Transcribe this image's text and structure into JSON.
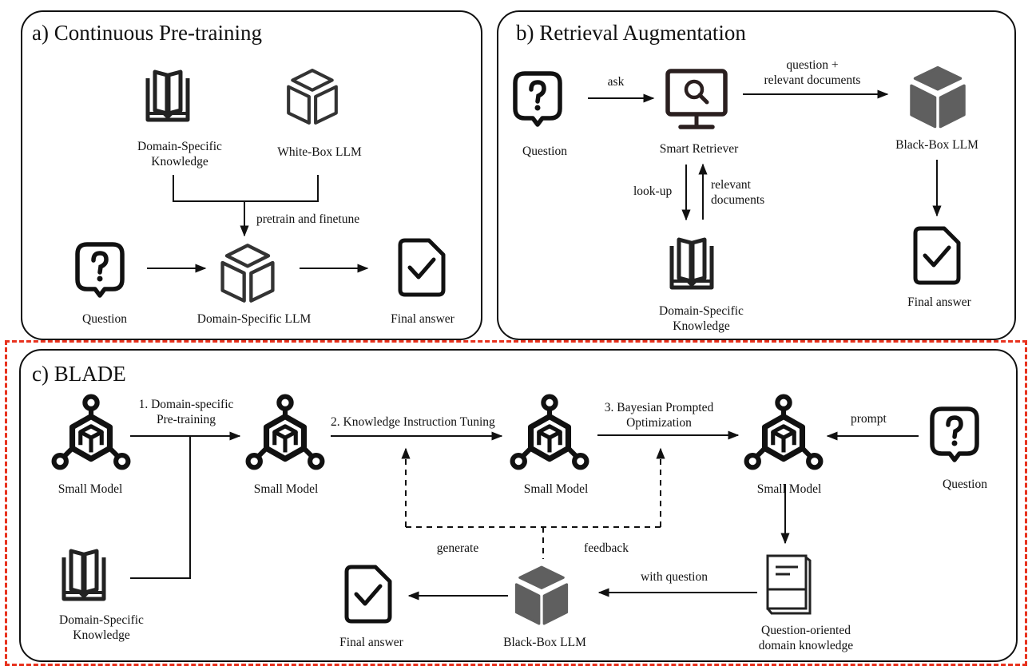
{
  "panel_a": {
    "title": "a) Continuous Pre-training",
    "knowledge_label": [
      "Domain-Specific",
      "Knowledge"
    ],
    "whitebox_label": "White-Box LLM",
    "edge_label": "pretrain and finetune",
    "question_label": "Question",
    "domain_llm_label": "Domain-Specific LLM",
    "answer_label": "Final answer"
  },
  "panel_b": {
    "title": "b) Retrieval Augmentation",
    "question_label": "Question",
    "ask_label": "ask",
    "retriever_label": "Smart Retriever",
    "to_llm_label": [
      "question +",
      "relevant documents"
    ],
    "blackbox_label": "Black-Box LLM",
    "lookup_label": "look-up",
    "relevant_label": [
      "relevant",
      "documents"
    ],
    "knowledge_label": [
      "Domain-Specific",
      "Knowledge"
    ],
    "answer_label": "Final answer"
  },
  "panel_c": {
    "title": "c) BLADE",
    "small_model_label": "Small Model",
    "step1_label": [
      "1. Domain-specific",
      "Pre-training"
    ],
    "step2_label": "2. Knowledge Instruction Tuning",
    "step3_label": [
      "3. Bayesian Prompted",
      "Optimization"
    ],
    "prompt_label": "prompt",
    "question_label": "Question",
    "knowledge_label": [
      "Domain-Specific",
      "Knowledge"
    ],
    "generate_label": "generate",
    "feedback_label": "feedback",
    "with_question_label": "with question",
    "qo_knowledge_label": [
      "Question-oriented",
      "domain knowledge"
    ],
    "blackbox_label": "Black-Box LLM",
    "answer_label": "Final answer"
  },
  "colors": {
    "stroke": "#111111",
    "blackbox_fill": "#5f5f5f",
    "highlight_dash": "#e8321e"
  }
}
